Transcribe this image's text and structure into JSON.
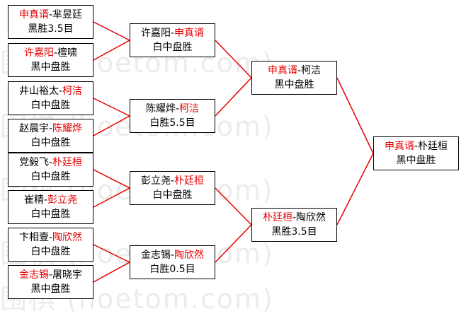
{
  "watermark": "围棋 (hoetom.com)",
  "colors": {
    "winner": "#e60000",
    "line": "#e60000",
    "text": "#000000"
  },
  "round1": [
    {
      "p1": "申真谞",
      "p2": "芈昱廷",
      "winner": 1,
      "result": "黑胜3.5目"
    },
    {
      "p1": "许嘉阳",
      "p2": "檀啸",
      "winner": 1,
      "result": "黑中盘胜"
    },
    {
      "p1": "井山裕太",
      "p2": "柯洁",
      "winner": 2,
      "result": "白中盘胜"
    },
    {
      "p1": "赵晨宇",
      "p2": "陈耀烨",
      "winner": 2,
      "result": "白中盘胜"
    },
    {
      "p1": "党毅飞",
      "p2": "朴廷桓",
      "winner": 2,
      "result": "白中盘胜"
    },
    {
      "p1": "崔精",
      "p2": "彭立尧",
      "winner": 2,
      "result": "白中盘胜"
    },
    {
      "p1": "卞相壹",
      "p2": "陶欣然",
      "winner": 2,
      "result": "白中盘胜"
    },
    {
      "p1": "金志锡",
      "p2": "屠晓宇",
      "winner": 1,
      "result": "黑中盘胜"
    }
  ],
  "round2": [
    {
      "p1": "许嘉阳",
      "p2": "申真谞",
      "winner": 2,
      "result": "白中盘胜"
    },
    {
      "p1": "陈耀烨",
      "p2": "柯洁",
      "winner": 2,
      "result": "白胜5.5目"
    },
    {
      "p1": "彭立尧",
      "p2": "朴廷桓",
      "winner": 2,
      "result": "白中盘胜"
    },
    {
      "p1": "金志锡",
      "p2": "陶欣然",
      "winner": 2,
      "result": "白胜0.5目"
    }
  ],
  "round3": [
    {
      "p1": "申真谞",
      "p2": "柯洁",
      "winner": 1,
      "result": "黑中盘胜"
    },
    {
      "p1": "朴廷桓",
      "p2": "陶欣然",
      "winner": 1,
      "result": "黑胜3.5目"
    }
  ],
  "final": [
    {
      "p1": "申真谞",
      "p2": "朴廷桓",
      "winner": 1,
      "result": "黑中盘胜"
    }
  ]
}
